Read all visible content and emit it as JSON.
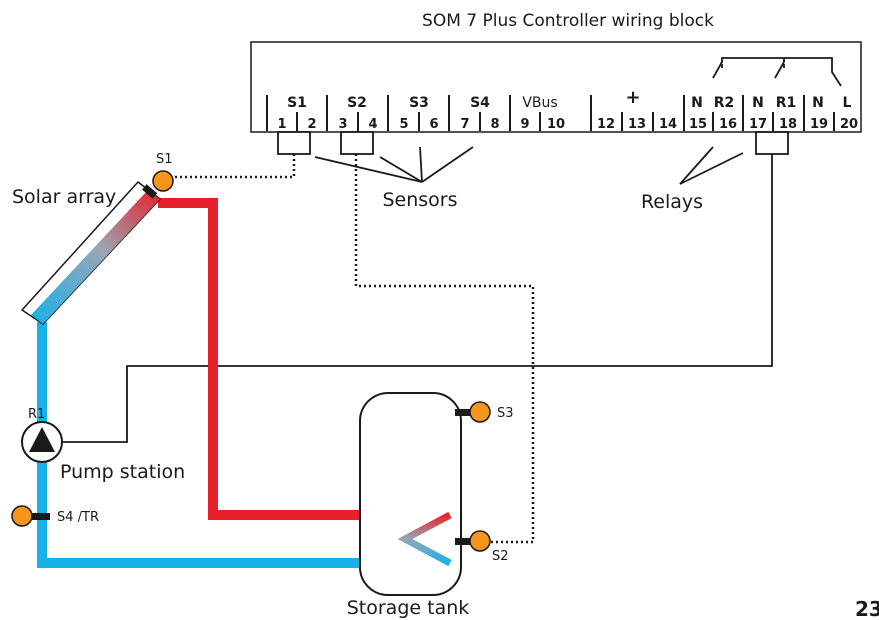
{
  "title": "SOM 7 Plus Controller wiring block",
  "labels": {
    "solar_array": "Solar array",
    "sensors": "Sensors",
    "relays": "Relays",
    "pump_station": "Pump station",
    "storage_tank": "Storage tank",
    "page_number": "23"
  },
  "sensor_tags": {
    "s1": "S1",
    "s2": "S2",
    "s3": "S3",
    "s4": "S4 /TR",
    "r1": "R1"
  },
  "terminal_groups": [
    "S1",
    "S2",
    "S3",
    "S4",
    "VBus",
    "+",
    "N",
    "R2",
    "N",
    "R1",
    "N",
    "L"
  ],
  "terminal_numbers": [
    "1",
    "2",
    "3",
    "4",
    "5",
    "6",
    "7",
    "8",
    "9",
    "10",
    "12",
    "13",
    "14",
    "15",
    "16",
    "17",
    "18",
    "19",
    "20"
  ],
  "colors": {
    "hot": "#e8202a",
    "cold": "#1ab0e8",
    "sensor": "#f7941d",
    "line": "#1a1a1a"
  }
}
